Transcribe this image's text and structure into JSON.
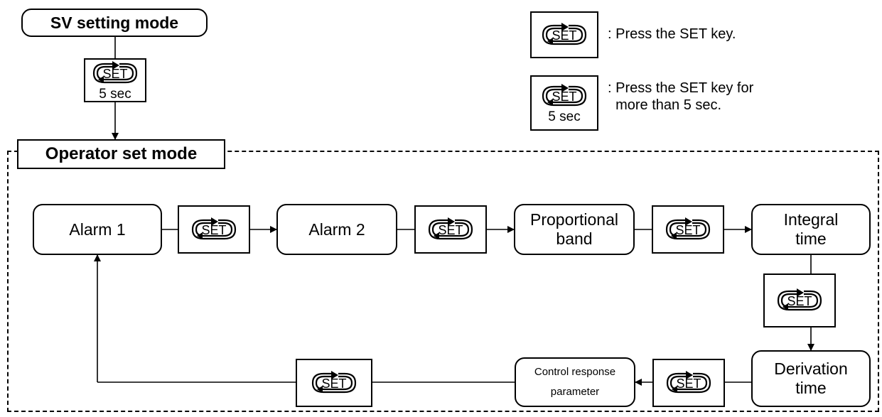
{
  "modes": {
    "sv_setting": "SV setting mode",
    "operator_set": "Operator set mode"
  },
  "key": {
    "label": "SET",
    "hold_time": "5 sec"
  },
  "legend": {
    "press": ": Press the SET key.",
    "hold": ": Press the SET key for\n  more than 5 sec."
  },
  "states": {
    "alarm1": "Alarm 1",
    "alarm2": "Alarm 2",
    "proportional_band": "Proportional\nband",
    "integral_time": "Integral\ntime",
    "derivation_time": "Derivation\ntime",
    "control_response": "Control response\nparameter"
  },
  "icons": [
    "set-key-icon",
    "arrowhead-icon"
  ]
}
